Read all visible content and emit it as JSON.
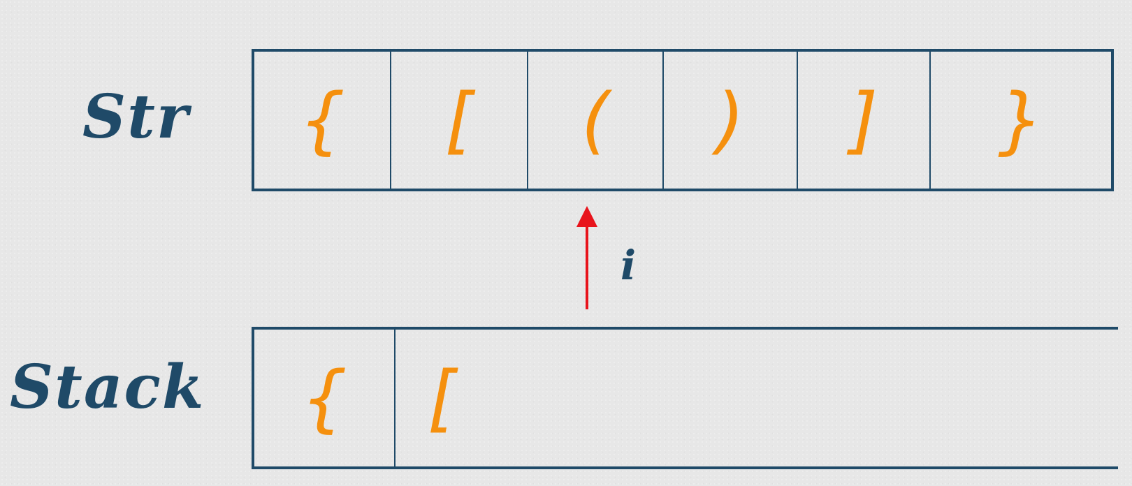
{
  "diagram": {
    "string": {
      "label": "Str",
      "cells": [
        "{",
        "[",
        "(",
        ")",
        "]",
        "}"
      ]
    },
    "stack": {
      "label": "Stack",
      "cells": [
        "{",
        "["
      ]
    },
    "pointer": {
      "label": "i",
      "target_index": 2
    }
  },
  "colors": {
    "outline": "#1f4a68",
    "bracket": "#f5900e",
    "pointer": "#e8141c",
    "background": "#e7e7e7"
  }
}
